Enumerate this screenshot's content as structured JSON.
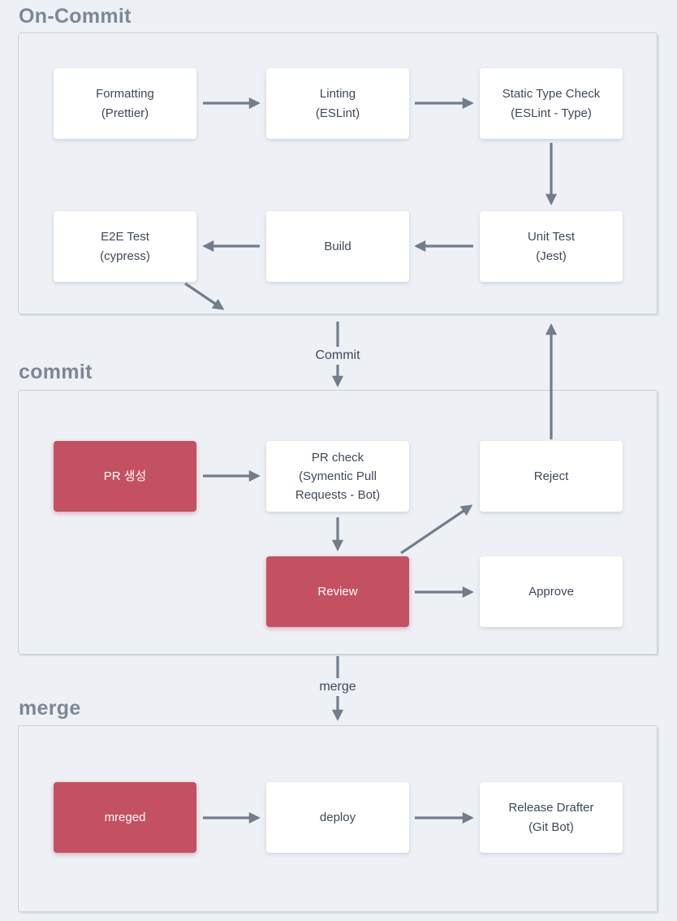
{
  "colors": {
    "background": "#edf1f6",
    "node_background": "#ffffff",
    "node_accent_background": "#c45162",
    "node_text": "#3e4958",
    "node_accent_text": "#ffffff",
    "arrow": "#727d8c",
    "section_border": "#c9d0d9",
    "section_title_text": "#7d8796"
  },
  "sections": [
    {
      "id": "on-commit",
      "title": "On-Commit"
    },
    {
      "id": "commit",
      "title": "commit"
    },
    {
      "id": "merge",
      "title": "merge"
    }
  ],
  "nodes": {
    "formatting": {
      "label": "Formatting\n(Prettier)"
    },
    "linting": {
      "label": "Linting\n(ESLint)"
    },
    "static_type_check": {
      "label": "Static Type Check\n(ESLint - Type)"
    },
    "e2e_test": {
      "label": "E2E Test\n(cypress)"
    },
    "build": {
      "label": "Build"
    },
    "unit_test": {
      "label": "Unit Test\n(Jest)"
    },
    "pr_create": {
      "label": "PR 생성"
    },
    "pr_check": {
      "label": "PR check\n(Symentic Pull\nRequests - Bot)"
    },
    "reject": {
      "label": "Reject"
    },
    "review": {
      "label": "Review"
    },
    "approve": {
      "label": "Approve"
    },
    "mreged": {
      "label": "mreged"
    },
    "deploy": {
      "label": "deploy"
    },
    "release_drafter": {
      "label": "Release Drafter\n(Git Bot)"
    }
  },
  "connectors": {
    "commit": {
      "label": "Commit"
    },
    "merge": {
      "label": "merge"
    }
  }
}
